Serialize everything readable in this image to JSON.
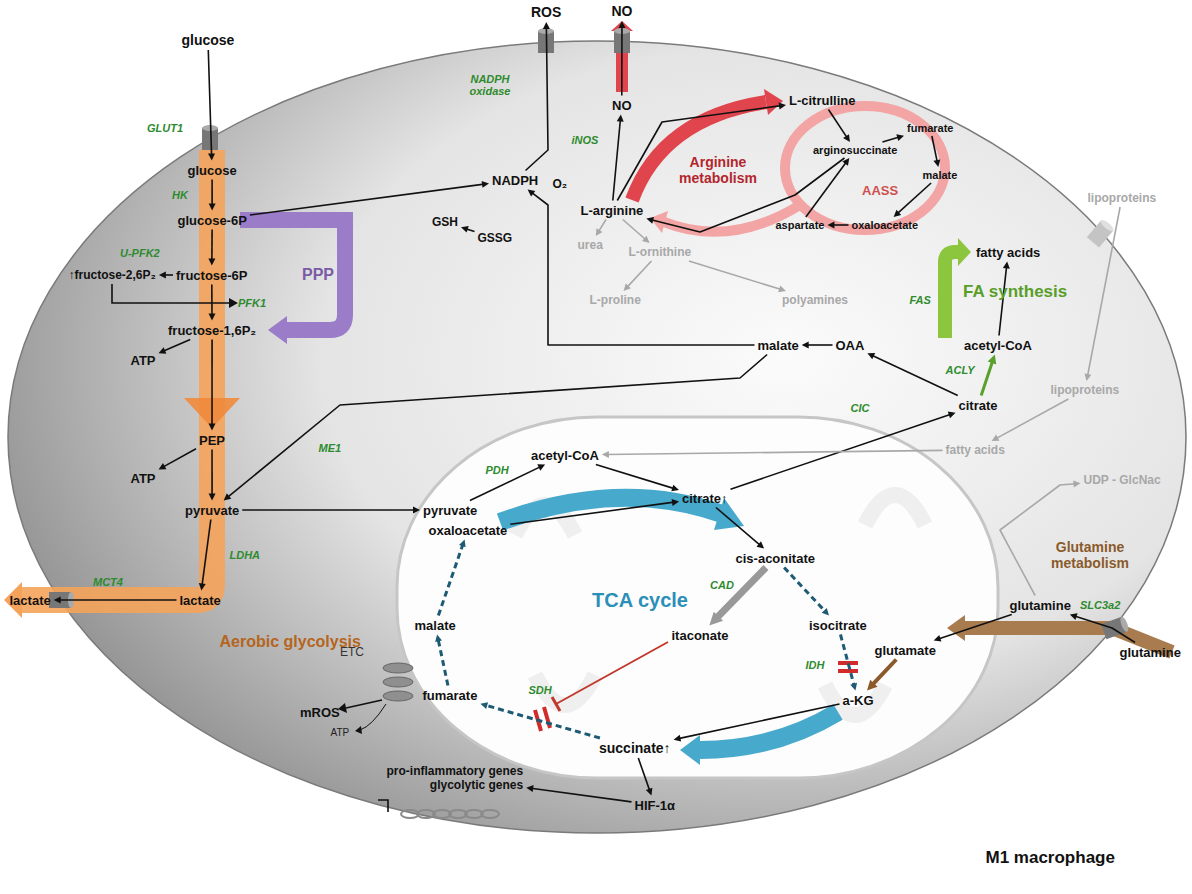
{
  "diagram": {
    "nodes": [
      {
        "text": [
          "M1 macrophage"
        ]
      },
      {
        "text": [
          "TCA cycle"
        ],
        "in": 0
      },
      {
        "text": [
          "glucose"
        ]
      },
      {
        "text": [
          "ROS"
        ]
      },
      {
        "text": [
          "NO"
        ]
      },
      {
        "text": [
          "lactate"
        ]
      },
      {
        "text": [
          "glutamine"
        ]
      },
      {
        "text": [
          "lipoproteins"
        ]
      },
      {
        "text": [
          "glucose"
        ],
        "in": 0
      },
      {
        "text": [
          "glucose-6P"
        ],
        "in": 0
      },
      {
        "text": [
          "fructose-6P"
        ],
        "in": 0
      },
      {
        "text": [
          "↑fructose-2,6P₂"
        ],
        "in": 0
      },
      {
        "text": [
          "fructose-1,6P₂"
        ],
        "in": 0
      },
      {
        "text": [
          "ATP"
        ],
        "in": 0
      },
      {
        "text": [
          "PEP"
        ],
        "in": 0
      },
      {
        "text": [
          "ATP"
        ],
        "in": 0
      },
      {
        "text": [
          "pyruvate"
        ],
        "in": 0
      },
      {
        "text": [
          "lactate"
        ],
        "in": 0
      },
      {
        "text": [
          "NADPH"
        ],
        "in": 0
      },
      {
        "text": [
          "O₂"
        ],
        "in": 0
      },
      {
        "text": [
          "GSH"
        ],
        "in": 0
      },
      {
        "text": [
          "GSSG"
        ],
        "in": 0
      },
      {
        "text": [
          "NO"
        ],
        "in": 0
      },
      {
        "text": [
          "L-arginine"
        ],
        "in": 0
      },
      {
        "text": [
          "L-citrulline"
        ],
        "in": 0
      },
      {
        "text": [
          "arginosuccinate"
        ],
        "in": 0
      },
      {
        "text": [
          "fumarate"
        ],
        "in": 0
      },
      {
        "text": [
          "malate"
        ],
        "in": 0
      },
      {
        "text": [
          "oxaloacetate"
        ],
        "in": 0
      },
      {
        "text": [
          "aspartate"
        ],
        "in": 0
      },
      {
        "text": [
          "urea"
        ],
        "in": 0
      },
      {
        "text": [
          "L-ornithine"
        ],
        "in": 0
      },
      {
        "text": [
          "L-proline"
        ],
        "in": 0
      },
      {
        "text": [
          "polyamines"
        ],
        "in": 0
      },
      {
        "text": [
          "fatty acids"
        ],
        "in": 0
      },
      {
        "text": [
          "acetyl-CoA"
        ],
        "in": 0
      },
      {
        "text": [
          "OAA"
        ],
        "in": 0
      },
      {
        "text": [
          "malate"
        ],
        "in": 0
      },
      {
        "text": [
          "citrate"
        ],
        "in": 0
      },
      {
        "text": [
          "fatty acids"
        ],
        "in": 0
      },
      {
        "text": [
          "lipoproteins"
        ],
        "in": 0
      },
      {
        "text": [
          "UDP - GlcNac"
        ],
        "in": 0
      },
      {
        "text": [
          "glutamine"
        ],
        "in": 0
      },
      {
        "text": [
          "HIF-1α"
        ],
        "in": 0
      },
      {
        "text": [
          "pro-inflammatory genes",
          "glycolytic genes"
        ],
        "in": 0
      },
      {
        "text": [
          "mROS"
        ],
        "in": 0
      },
      {
        "text": [
          "ATP"
        ],
        "in": 0
      },
      {
        "text": [
          "pyruvate"
        ],
        "in": 1
      },
      {
        "text": [
          "acetyl-CoA"
        ],
        "in": 1
      },
      {
        "text": [
          "oxaloacetate"
        ],
        "in": 1
      },
      {
        "text": [
          "citrate↑"
        ],
        "in": 1
      },
      {
        "text": [
          "cis-aconitate"
        ],
        "in": 1
      },
      {
        "text": [
          "itaconate"
        ],
        "in": 1
      },
      {
        "text": [
          "isocitrate"
        ],
        "in": 1
      },
      {
        "text": [
          "a-KG"
        ],
        "in": 1
      },
      {
        "text": [
          "glutamate"
        ],
        "in": 1
      },
      {
        "text": [
          "succinate↑"
        ],
        "in": 1
      },
      {
        "text": [
          "fumarate"
        ],
        "in": 1
      },
      {
        "text": [
          "malate"
        ],
        "in": 1
      }
    ],
    "edges": [
      {
        "from": 2,
        "to": 8,
        "arrow": "to"
      },
      {
        "from": 8,
        "to": 9,
        "arrow": "to"
      },
      {
        "from": 9,
        "to": 10,
        "arrow": "to"
      },
      {
        "from": 10,
        "to": 11,
        "arrow": "to"
      },
      {
        "from": 10,
        "to": 12,
        "arrow": "to"
      },
      {
        "from": 12,
        "to": 13,
        "arrow": "to"
      },
      {
        "from": 12,
        "to": 14,
        "arrow": "to"
      },
      {
        "from": 14,
        "to": 15,
        "arrow": "to"
      },
      {
        "from": 14,
        "to": 16,
        "arrow": "to"
      },
      {
        "from": 16,
        "to": 17,
        "arrow": "to"
      },
      {
        "from": 17,
        "to": 5,
        "arrow": "to"
      },
      {
        "from": 16,
        "to": 47,
        "arrow": "to"
      },
      {
        "from": 47,
        "to": 48,
        "arrow": "to"
      },
      {
        "from": 9,
        "to": 18,
        "arrow": "to"
      },
      {
        "from": 21,
        "to": 20,
        "arrow": "to"
      },
      {
        "from": 18,
        "to": 3,
        "arrow": "to"
      },
      {
        "from": 23,
        "to": 22,
        "arrow": "to"
      },
      {
        "from": 22,
        "to": 4,
        "arrow": "to"
      },
      {
        "from": 23,
        "to": 24,
        "arrow": "to"
      },
      {
        "from": 24,
        "to": 25,
        "arrow": "to"
      },
      {
        "from": 25,
        "to": 26,
        "arrow": "to"
      },
      {
        "from": 26,
        "to": 27,
        "arrow": "to"
      },
      {
        "from": 27,
        "to": 28,
        "arrow": "to"
      },
      {
        "from": 28,
        "to": 29,
        "arrow": "to"
      },
      {
        "from": 29,
        "to": 25,
        "arrow": "to"
      },
      {
        "from": 25,
        "to": 23,
        "arrow": "to"
      },
      {
        "from": 23,
        "to": 30,
        "arrow": "to"
      },
      {
        "from": 23,
        "to": 31,
        "arrow": "to"
      },
      {
        "from": 31,
        "to": 32,
        "arrow": "to"
      },
      {
        "from": 31,
        "to": 33,
        "arrow": "to"
      },
      {
        "from": 50,
        "to": 38,
        "arrow": "to"
      },
      {
        "from": 38,
        "to": 35,
        "arrow": "to"
      },
      {
        "from": 38,
        "to": 36,
        "arrow": "to"
      },
      {
        "from": 35,
        "to": 34,
        "arrow": "to"
      },
      {
        "from": 36,
        "to": 37,
        "arrow": "to"
      },
      {
        "from": 37,
        "to": 18,
        "arrow": "to"
      },
      {
        "from": 37,
        "to": 16,
        "arrow": "to"
      },
      {
        "from": 48,
        "to": 50,
        "arrow": "to"
      },
      {
        "from": 49,
        "to": 50,
        "arrow": "to"
      },
      {
        "from": 50,
        "to": 51,
        "arrow": "to"
      },
      {
        "from": 51,
        "to": 52,
        "arrow": "to"
      },
      {
        "from": 51,
        "to": 53,
        "arrow": "to"
      },
      {
        "from": 53,
        "to": 54,
        "arrow": "to"
      },
      {
        "from": 54,
        "to": 56,
        "arrow": "to"
      },
      {
        "from": 56,
        "to": 57,
        "arrow": "to"
      },
      {
        "from": 57,
        "to": 58,
        "arrow": "to"
      },
      {
        "from": 58,
        "to": 49,
        "arrow": "to"
      },
      {
        "from": 56,
        "to": 43,
        "arrow": "to"
      },
      {
        "from": 43,
        "to": 44,
        "arrow": "to"
      },
      {
        "from": 6,
        "to": 42,
        "arrow": "to"
      },
      {
        "from": 42,
        "to": 55,
        "arrow": "to"
      },
      {
        "from": 55,
        "to": 54,
        "arrow": "to"
      },
      {
        "from": 7,
        "to": 40,
        "arrow": "to"
      },
      {
        "from": 40,
        "to": 39,
        "arrow": "to"
      },
      {
        "from": 39,
        "to": 48,
        "arrow": "to"
      },
      {
        "from": 42,
        "to": 41,
        "arrow": "to"
      }
    ],
    "labels": [
      "GLUT1",
      "HK",
      "U-PFK2",
      "PFK1",
      "PPP",
      "MCT4",
      "LDHA",
      "Aerobic glycolysis",
      "ME1",
      "NADPH oxidase",
      "iNOS",
      "Arginine metabolism",
      "AASS",
      "FA synthesis",
      "FAS",
      "ACLY",
      "CIC",
      "Glutamine metabolism",
      "SLC3a2",
      "PDH",
      "CAD",
      "IDH",
      "SDH",
      "ETC"
    ]
  }
}
